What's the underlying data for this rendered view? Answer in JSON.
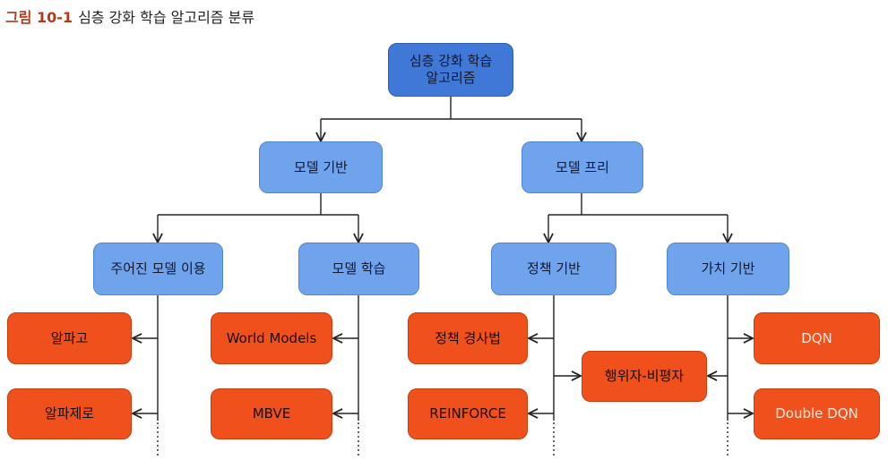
{
  "figure": {
    "number": "그림 10-1",
    "title": "심층 강화 학습 알고리즘 분류"
  },
  "colors": {
    "root": "#3f78d6",
    "category": "#6fa4ec",
    "algorithm": "#f0511c",
    "line": "#222222"
  },
  "nodes": {
    "root": "심층 강화 학습\n알고리즘",
    "model_based": "모델 기반",
    "model_free": "모델 프리",
    "given_model": "주어진 모델 이용",
    "learn_model": "모델 학습",
    "policy_based": "정책 기반",
    "value_based": "가치 기반",
    "alphago": "알파고",
    "alphazero": "알파제로",
    "world_models": "World Models",
    "mbve": "MBVE",
    "policy_gradient": "정책 경사법",
    "reinforce": "REINFORCE",
    "actor_critic": "행위자-비평자",
    "dqn": "DQN",
    "double_dqn": "Double DQN"
  }
}
